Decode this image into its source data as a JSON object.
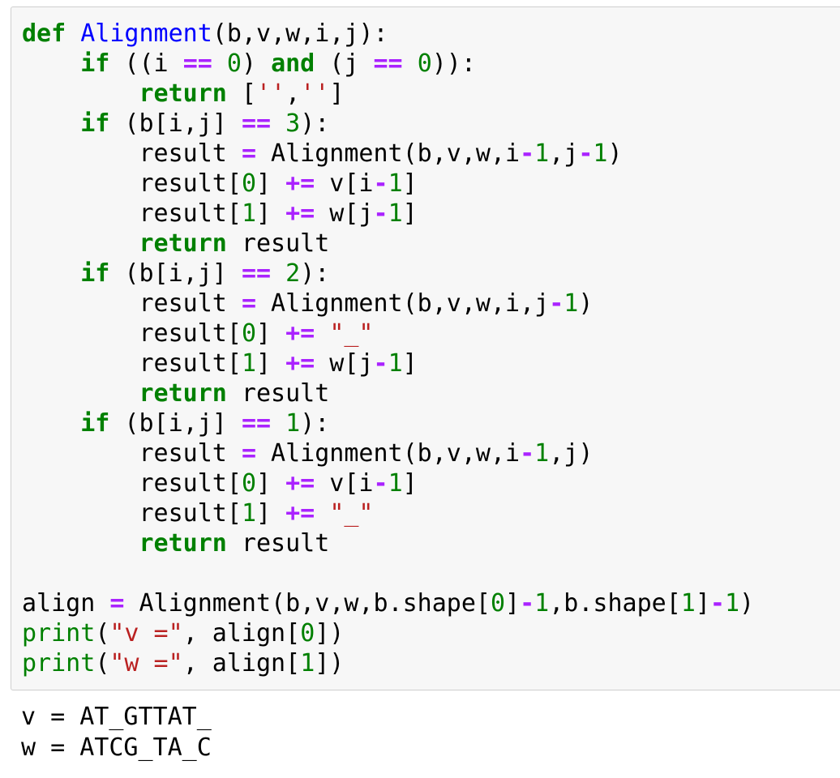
{
  "input_cell": {
    "lines": [
      [
        {
          "t": "def",
          "k": "kw"
        },
        {
          "t": " "
        },
        {
          "t": "Alignment",
          "k": "fn"
        },
        {
          "t": "(b,v,w,i,j):"
        }
      ],
      [
        {
          "t": "    "
        },
        {
          "t": "if",
          "k": "kw"
        },
        {
          "t": " ((i "
        },
        {
          "t": "==",
          "k": "op"
        },
        {
          "t": " "
        },
        {
          "t": "0",
          "k": "num"
        },
        {
          "t": ") "
        },
        {
          "t": "and",
          "k": "kw"
        },
        {
          "t": " (j "
        },
        {
          "t": "==",
          "k": "op"
        },
        {
          "t": " "
        },
        {
          "t": "0",
          "k": "num"
        },
        {
          "t": ")):"
        }
      ],
      [
        {
          "t": "        "
        },
        {
          "t": "return",
          "k": "kw"
        },
        {
          "t": " ["
        },
        {
          "t": "''",
          "k": "str"
        },
        {
          "t": ","
        },
        {
          "t": "''",
          "k": "str"
        },
        {
          "t": "]"
        }
      ],
      [
        {
          "t": "    "
        },
        {
          "t": "if",
          "k": "kw"
        },
        {
          "t": " (b[i,j] "
        },
        {
          "t": "==",
          "k": "op"
        },
        {
          "t": " "
        },
        {
          "t": "3",
          "k": "num"
        },
        {
          "t": "):"
        }
      ],
      [
        {
          "t": "        result "
        },
        {
          "t": "=",
          "k": "op"
        },
        {
          "t": " Alignment(b,v,w,i"
        },
        {
          "t": "-",
          "k": "op"
        },
        {
          "t": "1",
          "k": "num"
        },
        {
          "t": ",j"
        },
        {
          "t": "-",
          "k": "op"
        },
        {
          "t": "1",
          "k": "num"
        },
        {
          "t": ")"
        }
      ],
      [
        {
          "t": "        result["
        },
        {
          "t": "0",
          "k": "num"
        },
        {
          "t": "] "
        },
        {
          "t": "+=",
          "k": "op"
        },
        {
          "t": " v[i"
        },
        {
          "t": "-",
          "k": "op"
        },
        {
          "t": "1",
          "k": "num"
        },
        {
          "t": "]"
        }
      ],
      [
        {
          "t": "        result["
        },
        {
          "t": "1",
          "k": "num"
        },
        {
          "t": "] "
        },
        {
          "t": "+=",
          "k": "op"
        },
        {
          "t": " w[j"
        },
        {
          "t": "-",
          "k": "op"
        },
        {
          "t": "1",
          "k": "num"
        },
        {
          "t": "]"
        }
      ],
      [
        {
          "t": "        "
        },
        {
          "t": "return",
          "k": "kw"
        },
        {
          "t": " result"
        }
      ],
      [
        {
          "t": "    "
        },
        {
          "t": "if",
          "k": "kw"
        },
        {
          "t": " (b[i,j] "
        },
        {
          "t": "==",
          "k": "op"
        },
        {
          "t": " "
        },
        {
          "t": "2",
          "k": "num"
        },
        {
          "t": "):"
        }
      ],
      [
        {
          "t": "        result "
        },
        {
          "t": "=",
          "k": "op"
        },
        {
          "t": " Alignment(b,v,w,i,j"
        },
        {
          "t": "-",
          "k": "op"
        },
        {
          "t": "1",
          "k": "num"
        },
        {
          "t": ")"
        }
      ],
      [
        {
          "t": "        result["
        },
        {
          "t": "0",
          "k": "num"
        },
        {
          "t": "] "
        },
        {
          "t": "+=",
          "k": "op"
        },
        {
          "t": " "
        },
        {
          "t": "\"_\"",
          "k": "str"
        }
      ],
      [
        {
          "t": "        result["
        },
        {
          "t": "1",
          "k": "num"
        },
        {
          "t": "] "
        },
        {
          "t": "+=",
          "k": "op"
        },
        {
          "t": " w[j"
        },
        {
          "t": "-",
          "k": "op"
        },
        {
          "t": "1",
          "k": "num"
        },
        {
          "t": "]"
        }
      ],
      [
        {
          "t": "        "
        },
        {
          "t": "return",
          "k": "kw"
        },
        {
          "t": " result"
        }
      ],
      [
        {
          "t": "    "
        },
        {
          "t": "if",
          "k": "kw"
        },
        {
          "t": " (b[i,j] "
        },
        {
          "t": "==",
          "k": "op"
        },
        {
          "t": " "
        },
        {
          "t": "1",
          "k": "num"
        },
        {
          "t": "):"
        }
      ],
      [
        {
          "t": "        result "
        },
        {
          "t": "=",
          "k": "op"
        },
        {
          "t": " Alignment(b,v,w,i"
        },
        {
          "t": "-",
          "k": "op"
        },
        {
          "t": "1",
          "k": "num"
        },
        {
          "t": ",j)"
        }
      ],
      [
        {
          "t": "        result["
        },
        {
          "t": "0",
          "k": "num"
        },
        {
          "t": "] "
        },
        {
          "t": "+=",
          "k": "op"
        },
        {
          "t": " v[i"
        },
        {
          "t": "-",
          "k": "op"
        },
        {
          "t": "1",
          "k": "num"
        },
        {
          "t": "]"
        }
      ],
      [
        {
          "t": "        result["
        },
        {
          "t": "1",
          "k": "num"
        },
        {
          "t": "] "
        },
        {
          "t": "+=",
          "k": "op"
        },
        {
          "t": " "
        },
        {
          "t": "\"_\"",
          "k": "str"
        }
      ],
      [
        {
          "t": "        "
        },
        {
          "t": "return",
          "k": "kw"
        },
        {
          "t": " result"
        }
      ],
      [],
      [
        {
          "t": "align "
        },
        {
          "t": "=",
          "k": "op"
        },
        {
          "t": " Alignment(b,v,w,b.shape["
        },
        {
          "t": "0",
          "k": "num"
        },
        {
          "t": "]"
        },
        {
          "t": "-",
          "k": "op"
        },
        {
          "t": "1",
          "k": "num"
        },
        {
          "t": ",b.shape["
        },
        {
          "t": "1",
          "k": "num"
        },
        {
          "t": "]"
        },
        {
          "t": "-",
          "k": "op"
        },
        {
          "t": "1",
          "k": "num"
        },
        {
          "t": ")"
        }
      ],
      [
        {
          "t": "print",
          "k": "bi"
        },
        {
          "t": "("
        },
        {
          "t": "\"v =\"",
          "k": "str"
        },
        {
          "t": ", align["
        },
        {
          "t": "0",
          "k": "num"
        },
        {
          "t": "])"
        }
      ],
      [
        {
          "t": "print",
          "k": "bi"
        },
        {
          "t": "("
        },
        {
          "t": "\"w =\"",
          "k": "str"
        },
        {
          "t": ", align["
        },
        {
          "t": "1",
          "k": "num"
        },
        {
          "t": "])"
        }
      ]
    ]
  },
  "output_cell": {
    "lines": [
      "v = AT_GTTAT_",
      "w = ATCG_TA_C"
    ]
  },
  "colors": {
    "keyword": "#008000",
    "function_name": "#0000ff",
    "operator": "#aa22ff",
    "number": "#008000",
    "string": "#ba2121",
    "builtin": "#008000",
    "cell_background": "#f7f7f7",
    "cell_border": "#cfcfcf"
  }
}
